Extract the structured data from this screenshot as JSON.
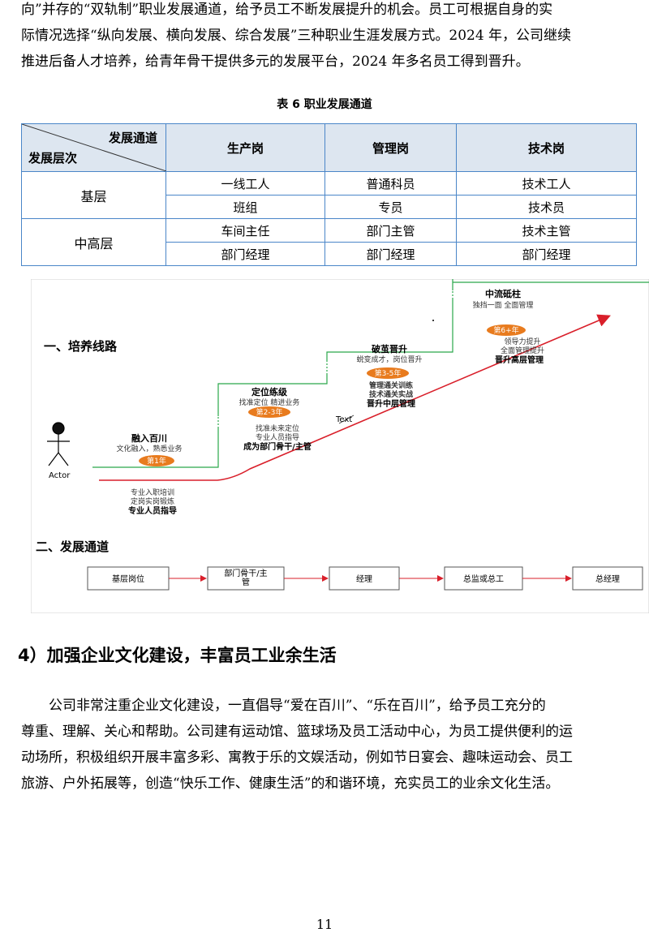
{
  "intro": {
    "lines": [
      "向”并存的“双轨制”职业发展通道，给予员工不断发展提升的机会。员工可根据自身的实",
      "际情况选择“纵向发展、横向发展、综合发展”三种职业生涯发展方式。2024 年，公司继续",
      "推进后备人才培养，给青年骨干提供多元的发展平台，2024 年多名员工得到晋升。"
    ]
  },
  "table": {
    "caption": "表 6  职业发展通道",
    "corner_top": "发展通道",
    "corner_bottom": "发展层次",
    "columns": [
      "生产岗",
      "管理岗",
      "技术岗"
    ],
    "groups": [
      {
        "level": "基层",
        "rows": [
          [
            "一线工人",
            "普通科员",
            "技术工人"
          ],
          [
            "班组",
            "专员",
            "技术员"
          ]
        ]
      },
      {
        "level": "中高层",
        "rows": [
          [
            "车间主任",
            "部门主管",
            "技术主管"
          ],
          [
            "部门经理",
            "部门经理",
            "部门经理"
          ]
        ]
      }
    ]
  },
  "diagram": {
    "section1": "一、培养线路",
    "section2": "二、发展通道",
    "actor_label": "Actor",
    "text_label": "Text",
    "accent_color": "#e87b1e",
    "line_color": "#2aa84a",
    "arrow_color": "#d91f2a",
    "stages": [
      {
        "title": "融入百川",
        "subtitle": "文化融入，熟悉业务",
        "badge": "第1年",
        "notes": [
          "专业入职培训",
          "定岗实岗锻炼"
        ],
        "note_bold": "专业人员指导"
      },
      {
        "title": "定位练级",
        "subtitle": "找准定位 精进业务",
        "badge": "第2-3年",
        "notes": [
          "找准未来定位",
          "专业人员指导"
        ],
        "note_bold": "成为部门骨干/主管"
      },
      {
        "title": "破茧晋升",
        "subtitle": "蜕变成才，岗位晋升",
        "badge": "第3-5年",
        "notes": [
          "管理通关训练",
          "技术通关实战"
        ],
        "note_bold": "晋升中层管理"
      },
      {
        "title": "中流砥柱",
        "subtitle": "独挡一面 全面管理",
        "badge": "第6+年",
        "notes": [
          "领导力提升",
          "全面管理提升"
        ],
        "note_bold": "晋升高层管理"
      }
    ],
    "path": [
      "基层岗位",
      "部门骨干/主管",
      "经理",
      "总监或总工",
      "总经理"
    ]
  },
  "section_heading": "4）加强企业文化建设，丰富员工业余生活",
  "culture": {
    "lines": [
      "公司非常注重企业文化建设，一直倡导“爱在百川”、“乐在百川”，给予员工充分的",
      "尊重、理解、关心和帮助。公司建有运动馆、篮球场及员工活动中心，为员工提供便利的运",
      "动场所，积极组织开展丰富多彩、寓教于乐的文娱活动，例如节日宴会、趣味运动会、员工",
      "旅游、户外拓展等，创造“快乐工作、健康生活”的和谐环境，充实员工的业余文化生活。"
    ]
  },
  "page_number": "11"
}
